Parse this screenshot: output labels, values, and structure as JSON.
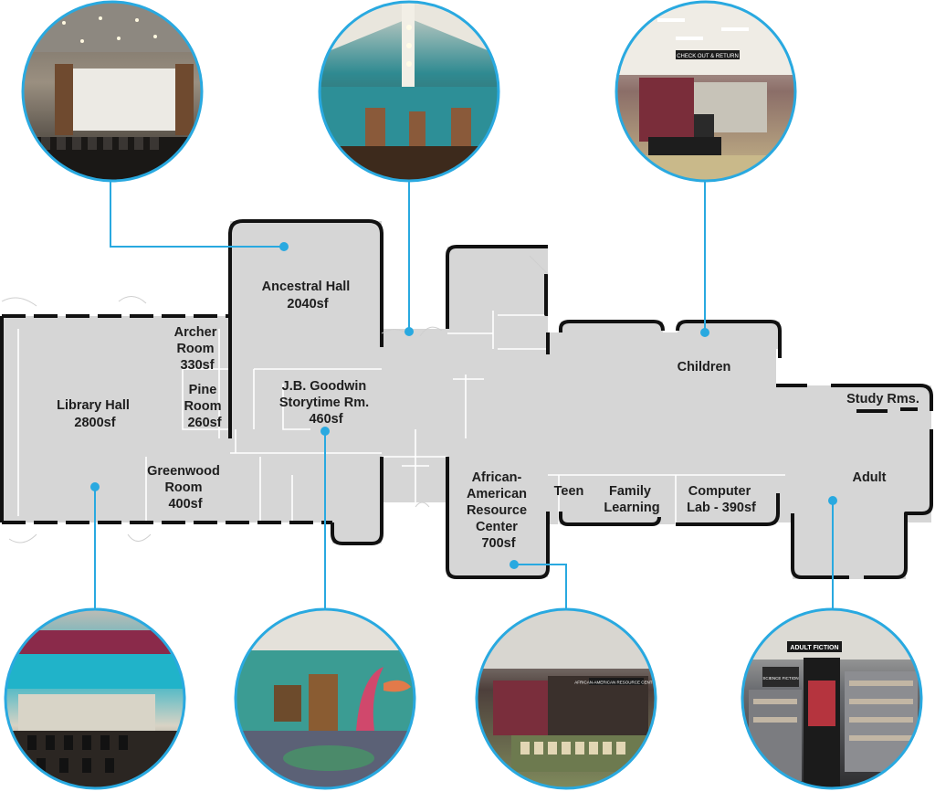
{
  "rooms": {
    "ancestral_hall": [
      "Ancestral Hall",
      "2040sf"
    ],
    "archer_room": [
      "Archer",
      "Room",
      "330sf"
    ],
    "pine_room": [
      "Pine",
      "Room",
      "260sf"
    ],
    "library_hall": [
      "Library Hall",
      "2800sf"
    ],
    "storytime": [
      "J.B. Goodwin",
      "Storytime Rm.",
      "460sf"
    ],
    "greenwood_room": [
      "Greenwood",
      "Room",
      "400sf"
    ],
    "african_american": [
      "African-",
      "American",
      "Resource",
      "Center",
      "700sf"
    ],
    "teen": [
      "Teen"
    ],
    "family_learning": [
      "Family",
      "Learning"
    ],
    "computer_lab": [
      "Computer",
      "Lab - 390sf"
    ],
    "children": [
      "Children"
    ],
    "study_rooms": [
      "Study Rms."
    ],
    "adult": [
      "Adult"
    ]
  },
  "photos": {
    "top": [
      "auditorium-stage-photo",
      "hallway-photo",
      "checkout-desk-photo"
    ],
    "bottom": [
      "library-hall-photo",
      "storytime-mural-photo",
      "resource-center-photo",
      "adult-fiction-photo"
    ]
  },
  "signs": {
    "checkout": "CHECK OUT & RETURN",
    "adult_fiction": "ADULT FICTION",
    "science_fiction": "SCIENCE FICTION",
    "resource_center": "AFRICAN-AMERICAN RESOURCE CENTER"
  },
  "colors": {
    "accent": "#29a9e0",
    "floor": "#d6d6d6",
    "wall": "#111111",
    "label": "#1e1e1e"
  }
}
